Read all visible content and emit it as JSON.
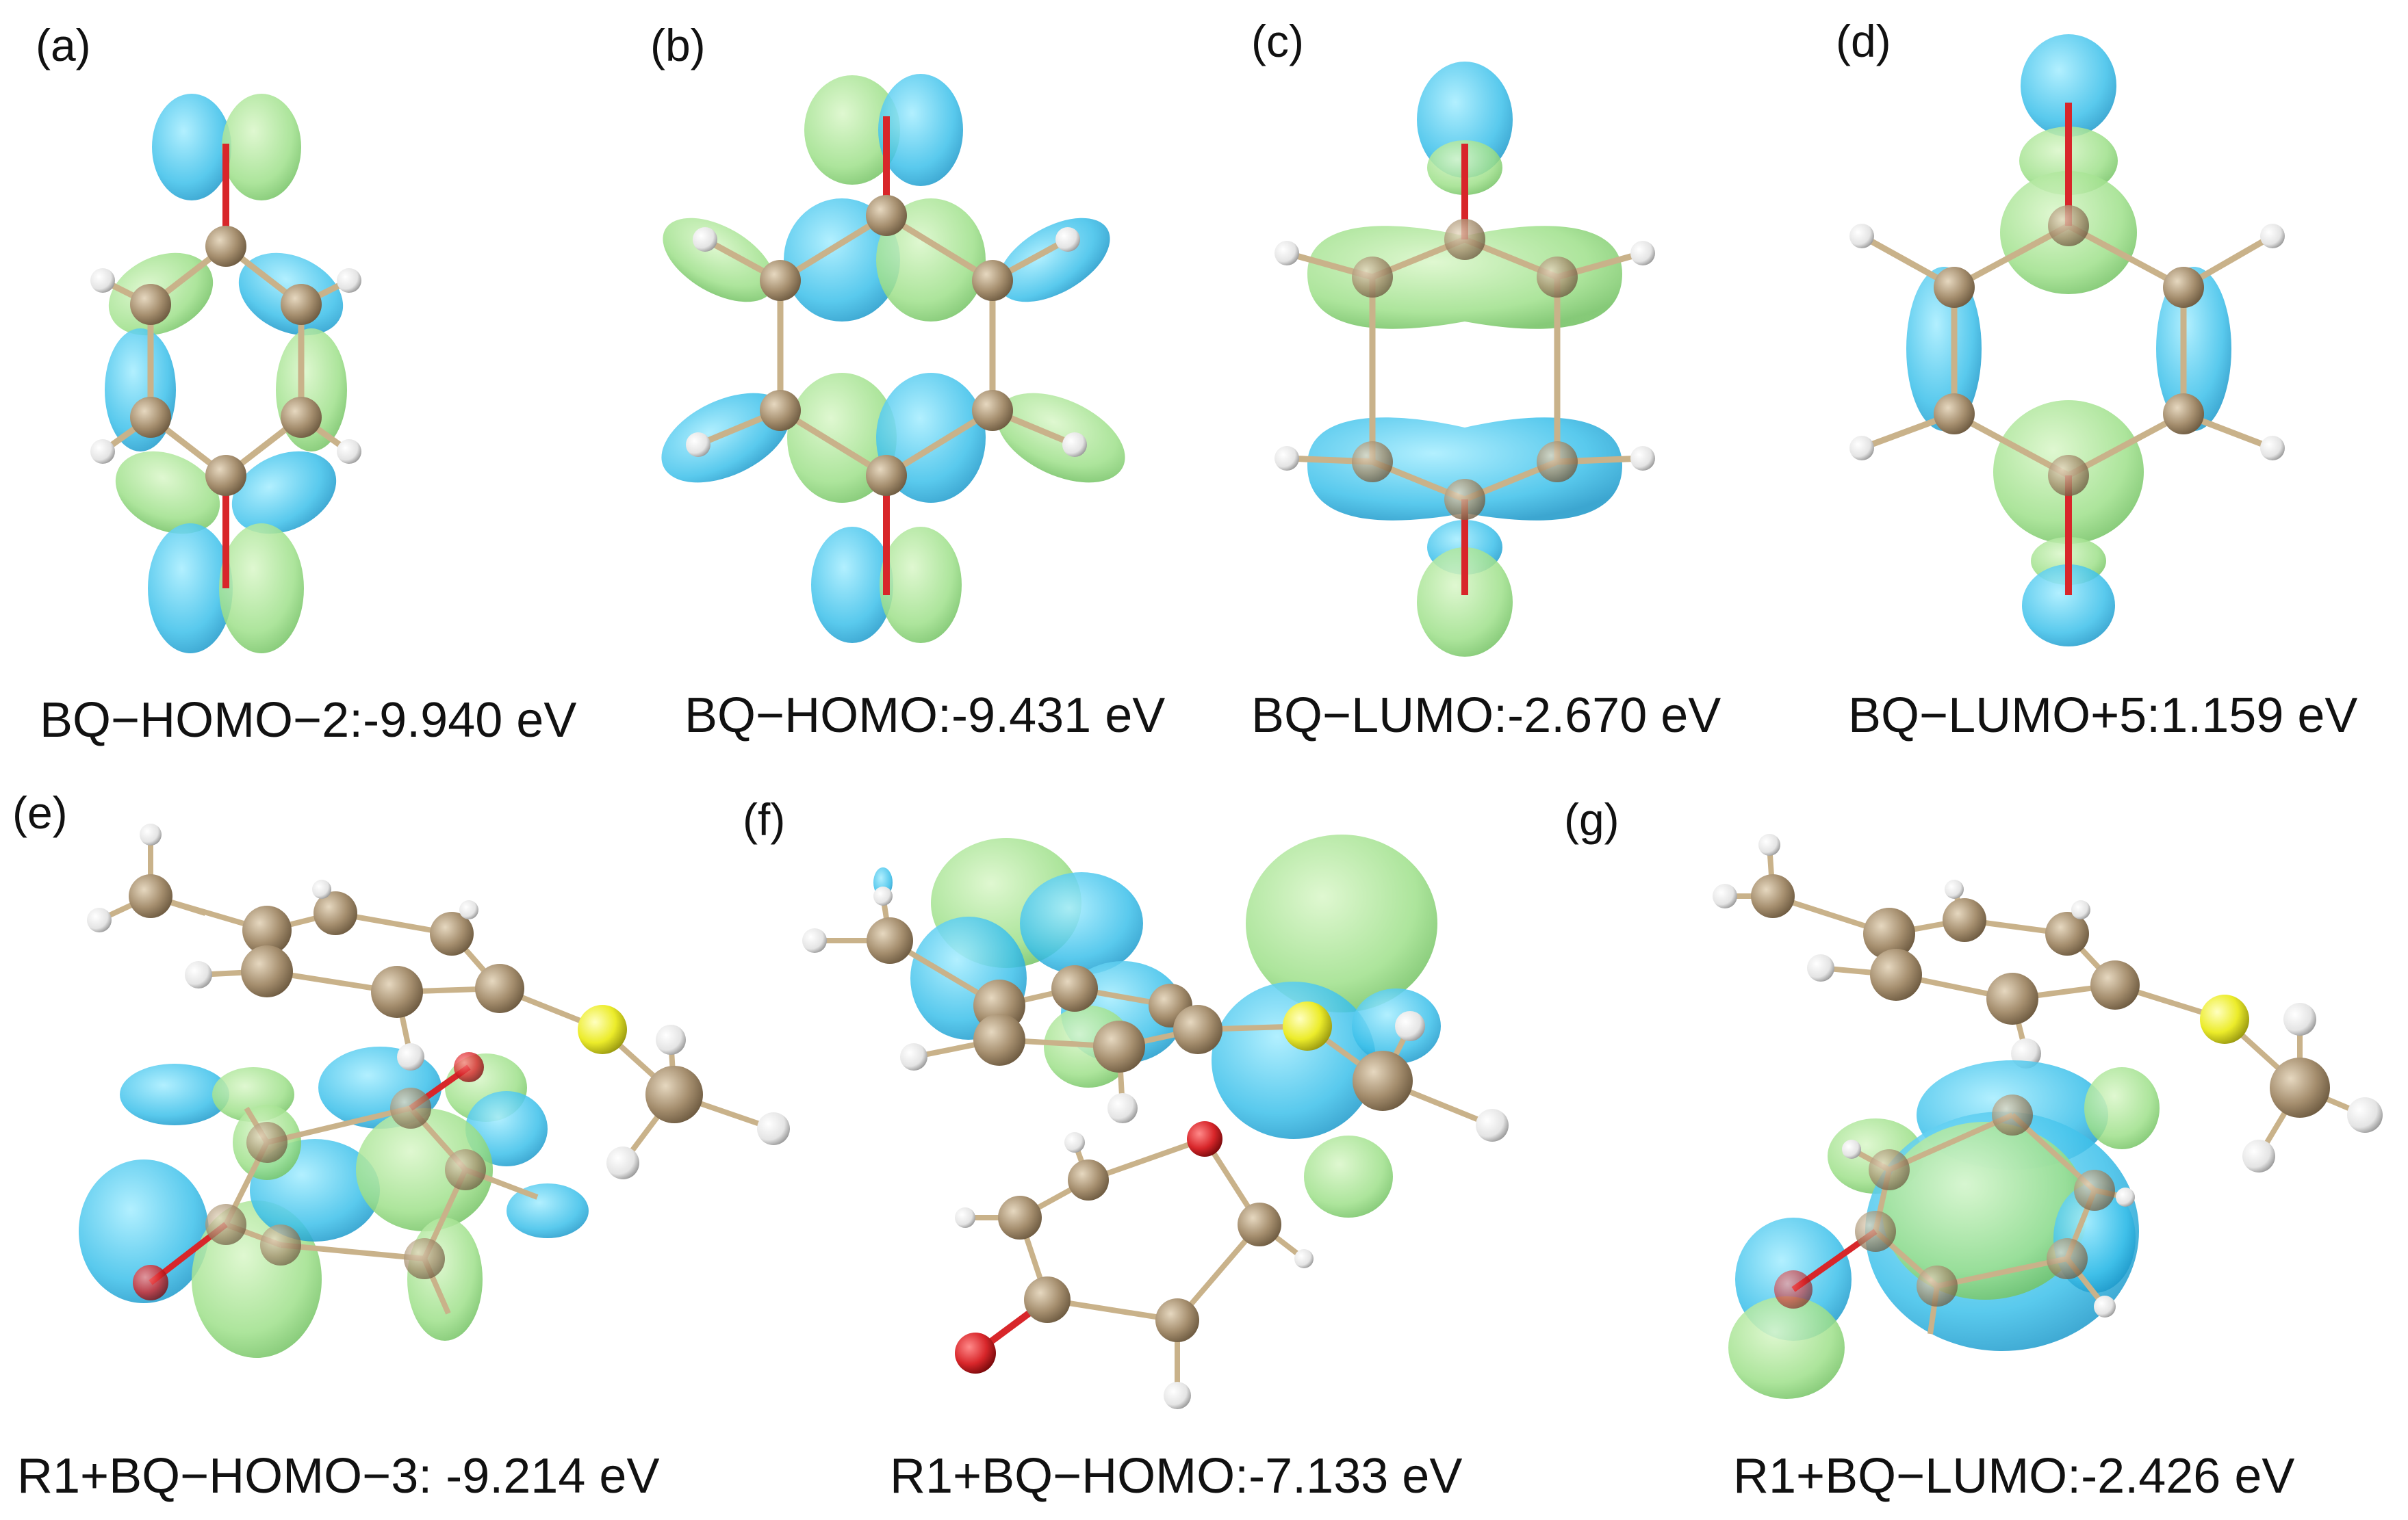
{
  "colors": {
    "lobe_positive": "#5dd0f0",
    "lobe_negative": "#9ee08a",
    "carbon": "#a58e6e",
    "hydrogen": "#f2f2f2",
    "oxygen": "#d8262a",
    "sulfur": "#ecec2a",
    "bond": "#c9b28a"
  },
  "panels": [
    {
      "letter": "(a)",
      "caption": "BQ−HOMO−2:-9.940 eV"
    },
    {
      "letter": "(b)",
      "caption": "BQ−HOMO:-9.431 eV"
    },
    {
      "letter": "(c)",
      "caption": "BQ−LUMO:-2.670 eV"
    },
    {
      "letter": "(d)",
      "caption": "BQ−LUMO+5:1.159 eV"
    },
    {
      "letter": "(e)",
      "caption": "R1+BQ−HOMO−3: -9.214 eV"
    },
    {
      "letter": "(f)",
      "caption": "R1+BQ−HOMO:-7.133 eV"
    },
    {
      "letter": "(g)",
      "caption": "R1+BQ−LUMO:-2.426 eV"
    }
  ]
}
